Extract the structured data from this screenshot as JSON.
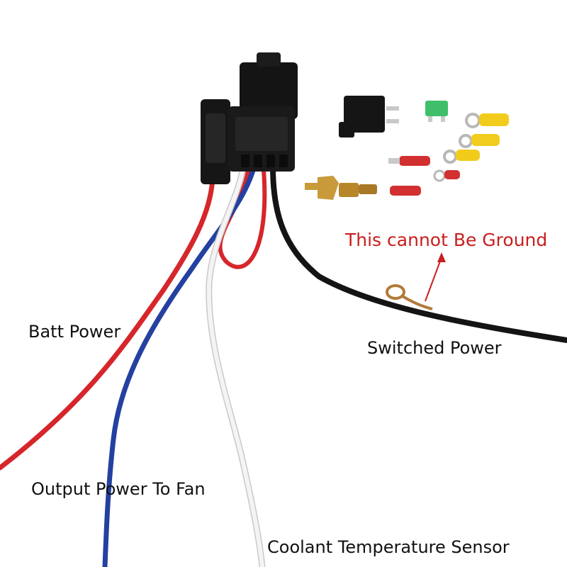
{
  "labels": {
    "batt_power": "Batt Power",
    "output_power": "Output Power To Fan",
    "coolant_sensor": "Coolant Temperature Sensor",
    "switched_power": "Switched Power",
    "warning": "This cannot Be Ground"
  },
  "colors": {
    "wire_red": "#d6262b",
    "wire_blue": "#2440a0",
    "wire_white": "#f4f4f4",
    "wire_black": "#141414",
    "warning_text": "#c81e1e",
    "connector_fill": "#161616",
    "fuse_green": "#3fbf6a",
    "terminal_yellow": "#f2cc1c",
    "terminal_red": "#d23030",
    "brass": "#c89a3a"
  }
}
